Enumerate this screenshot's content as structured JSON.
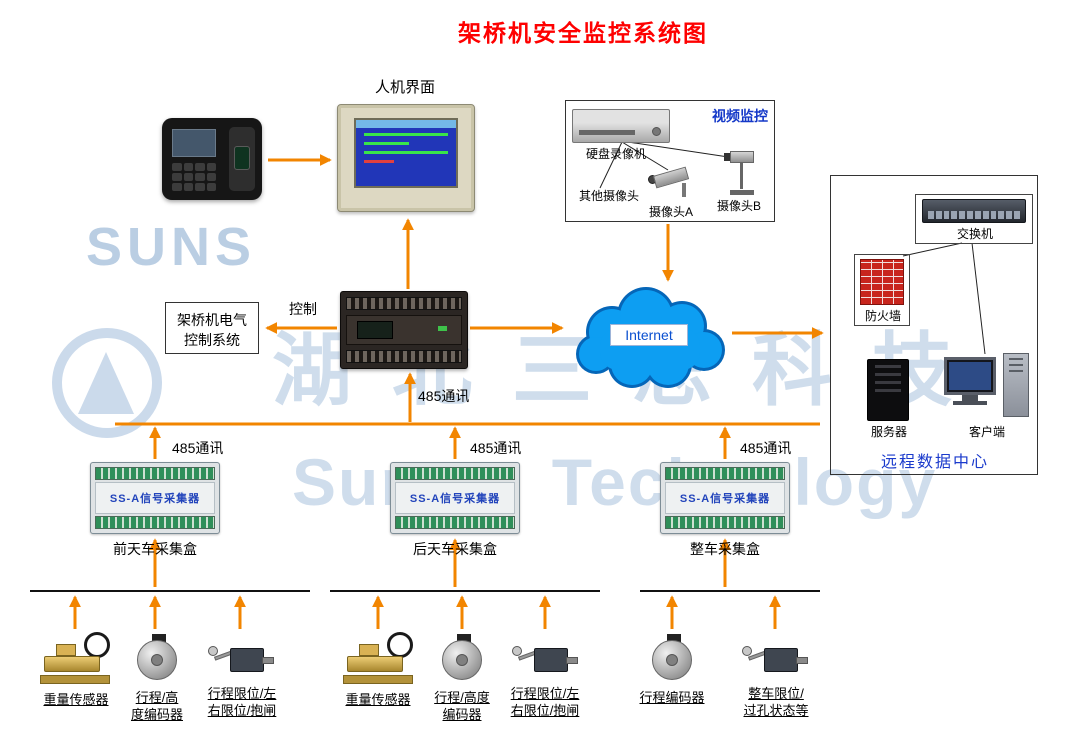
{
  "title": "架桥机安全监控系统图",
  "watermark": {
    "word1": "SUNS",
    "word2": "湖北三思科技",
    "word3": "Suns Technology"
  },
  "top": {
    "hmi_label": "人机界面",
    "video": {
      "title": "视频监控",
      "dvr_label": "硬盘录像机",
      "other_camera_label": "其他摄像头",
      "camera_a_label": "摄像头A",
      "camera_b_label": "摄像头B"
    }
  },
  "middle": {
    "control_label": "控制",
    "electrical_line1": "架桥机电气",
    "electrical_line2": "控制系统",
    "internet_label": "Internet",
    "comm_plc": "485通讯"
  },
  "datacenter": {
    "switch_label": "交换机",
    "firewall_label": "防火墙",
    "server_label": "服务器",
    "client_label": "客户端",
    "title": "远程数据中心"
  },
  "collectors": [
    {
      "device_label": "SS-A信号采集器",
      "name": "前天车采集盒",
      "comm": "485通讯"
    },
    {
      "device_label": "SS-A信号采集器",
      "name": "后天车采集盒",
      "comm": "485通讯"
    },
    {
      "device_label": "SS-A信号采集器",
      "name": "整车采集盒",
      "comm": "485通讯"
    }
  ],
  "sensors": {
    "group1": [
      {
        "line1": "重量传感器"
      },
      {
        "line1": "行程/高",
        "line2": "度编码器"
      },
      {
        "line1": "行程限位/左",
        "line2": "右限位/抱闸"
      }
    ],
    "group2": [
      {
        "line1": "重量传感器"
      },
      {
        "line1": "行程/高度",
        "line2": "编码器"
      },
      {
        "line1": "行程限位/左",
        "line2": "右限位/抱闸"
      }
    ],
    "group3": [
      {
        "line1": "行程编码器"
      },
      {
        "line1": "整车限位/",
        "line2": "过孔状态等"
      }
    ]
  },
  "colors": {
    "title_red": "#FF0000",
    "arrow_orange": "#F28500",
    "cloud_blue": "#0D9EF2",
    "watermark_blue": "#A9C2DD",
    "label_blue": "#1A3ACC"
  }
}
